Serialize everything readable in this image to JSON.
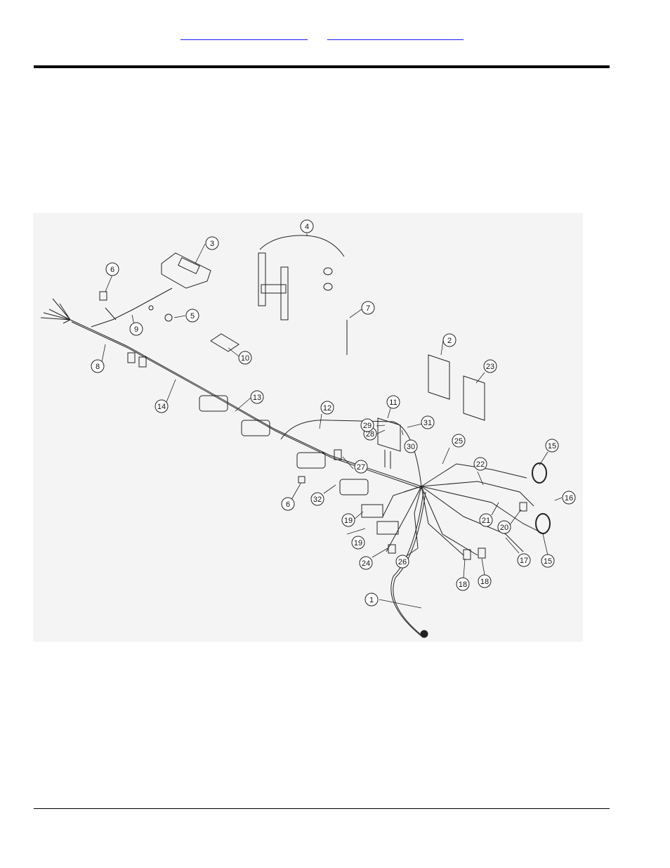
{
  "links": [
    {
      "text": ""
    },
    {
      "text": ""
    }
  ],
  "callouts": [
    "1",
    "2",
    "3",
    "4",
    "5",
    "6",
    "7",
    "8",
    "9",
    "10",
    "11",
    "12",
    "13",
    "14",
    "15",
    "16",
    "17",
    "18",
    "19",
    "20",
    "21",
    "22",
    "23",
    "24",
    "25",
    "26",
    "27",
    "28",
    "29",
    "30",
    "31",
    "32"
  ]
}
